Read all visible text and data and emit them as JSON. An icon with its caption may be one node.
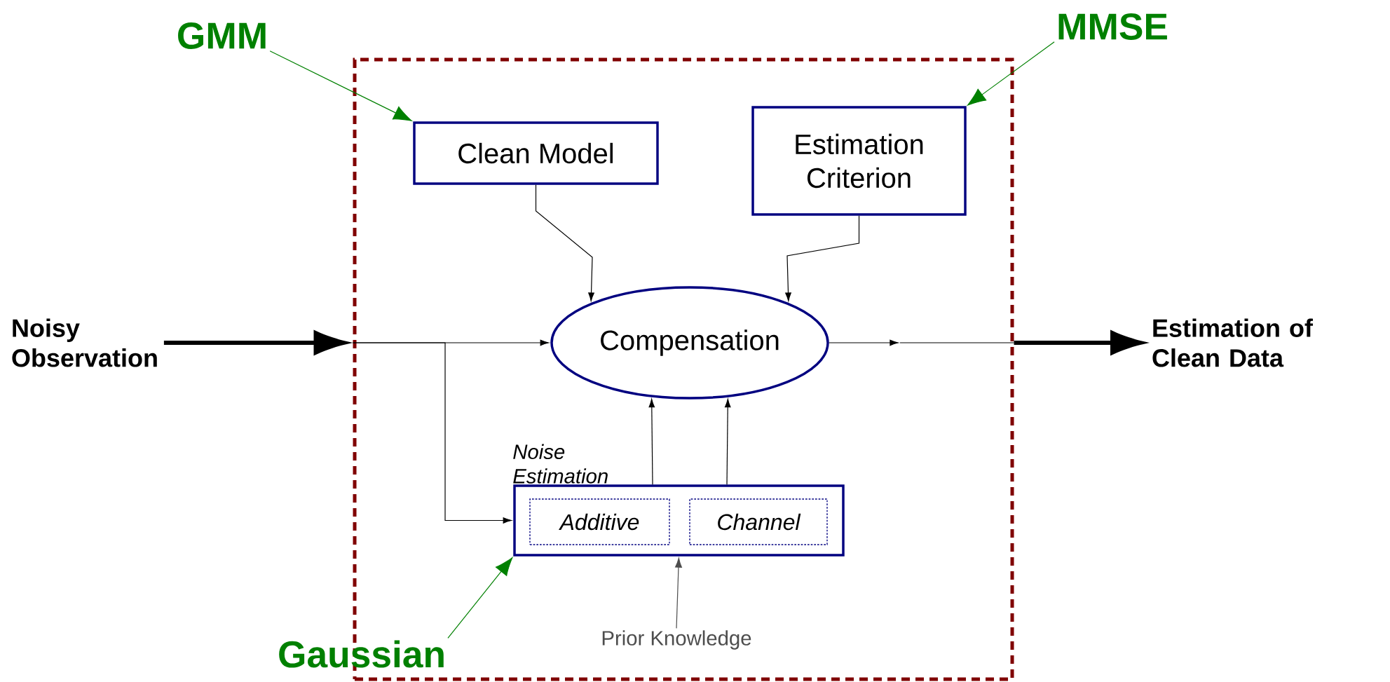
{
  "diagram": {
    "nodes": [
      {
        "text": [],
        "shape": "box"
      },
      {
        "text": [
          "Noisy Observation"
        ]
      },
      {
        "text": [
          "Clean Model"
        ],
        "in": 0
      },
      {
        "text": [
          "Estimation Criterion"
        ],
        "in": 0
      },
      {
        "text": [
          "Compensation"
        ],
        "in": 0
      },
      {
        "text": [
          "Noise Estimation"
        ],
        "in": 0
      },
      {
        "text": [
          "Additive"
        ],
        "in": 5
      },
      {
        "text": [
          "Channel"
        ],
        "in": 5
      },
      {
        "text": [
          "Prior Knowledge"
        ],
        "in": 0
      },
      {
        "text": [
          "Estimation of Clean Data"
        ]
      },
      {
        "text": [
          "GMM"
        ]
      },
      {
        "text": [
          "MMSE"
        ]
      },
      {
        "text": [
          "Gaussian"
        ]
      }
    ],
    "edges": [
      {
        "from": 1,
        "to": 0,
        "arrow": "to",
        "style": "thick"
      },
      {
        "from": 0,
        "to": 4,
        "arrow": "to"
      },
      {
        "from": 0,
        "to": 5,
        "arrow": "to"
      },
      {
        "from": 2,
        "to": 4,
        "arrow": "to"
      },
      {
        "from": 3,
        "to": 4,
        "arrow": "to"
      },
      {
        "from": 5,
        "to": 4,
        "arrow": "to"
      },
      {
        "from": 5,
        "to": 4,
        "arrow": "to"
      },
      {
        "from": 4,
        "to": null,
        "arrow": "to"
      },
      {
        "from": null,
        "to": 0,
        "arrow": "none"
      },
      {
        "from": 0,
        "to": 9,
        "arrow": "to",
        "style": "thick"
      },
      {
        "from": 8,
        "to": 5,
        "arrow": "to",
        "color": "#4d4d4d"
      },
      {
        "from": 10,
        "to": 2,
        "arrow": "to",
        "color": "#008000"
      },
      {
        "from": 11,
        "to": 3,
        "arrow": "to",
        "color": "#008000"
      },
      {
        "from": 12,
        "to": 5,
        "arrow": "to",
        "color": "#008000"
      }
    ]
  }
}
